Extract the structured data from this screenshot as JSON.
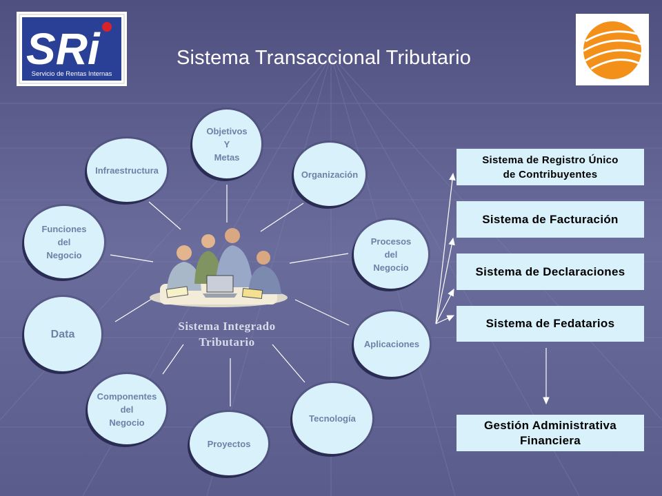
{
  "title": "Sistema Transaccional Tributario",
  "sri_logo": {
    "letters": "SRi",
    "tagline": "Servicio de Rentas Internas"
  },
  "center_label": "Sistema Integrado\nTributario",
  "bubbles": [
    {
      "id": "objetivos",
      "label": "Objetivos\nY\nMetas"
    },
    {
      "id": "infraestructura",
      "label": "Infraestructura"
    },
    {
      "id": "organizacion",
      "label": "Organización"
    },
    {
      "id": "funciones",
      "label": "Funciones\ndel\nNegocio"
    },
    {
      "id": "procesos",
      "label": "Procesos\ndel\nNegocio"
    },
    {
      "id": "data",
      "label": "Data"
    },
    {
      "id": "aplicaciones",
      "label": "Aplicaciones"
    },
    {
      "id": "componentes",
      "label": "Componentes\ndel\nNegocio"
    },
    {
      "id": "tecnologia",
      "label": "Tecnología"
    },
    {
      "id": "proyectos",
      "label": "Proyectos"
    }
  ],
  "systems": [
    "Sistema de Registro Único\nde Contribuyentes",
    "Sistema de Facturación",
    "Sistema de Declaraciones",
    "Sistema de Fedatarios"
  ],
  "gestion": "Gestión Administrativa\nFinanciera",
  "colors": {
    "background": "#5d5f8f",
    "bubble_fill": "#d8f1fb",
    "bubble_text": "#6c82a6",
    "box_fill": "#d8f1fb",
    "sri_blue": "#2a3f96",
    "sri_red": "#d8232a",
    "orange": "#f39019"
  }
}
